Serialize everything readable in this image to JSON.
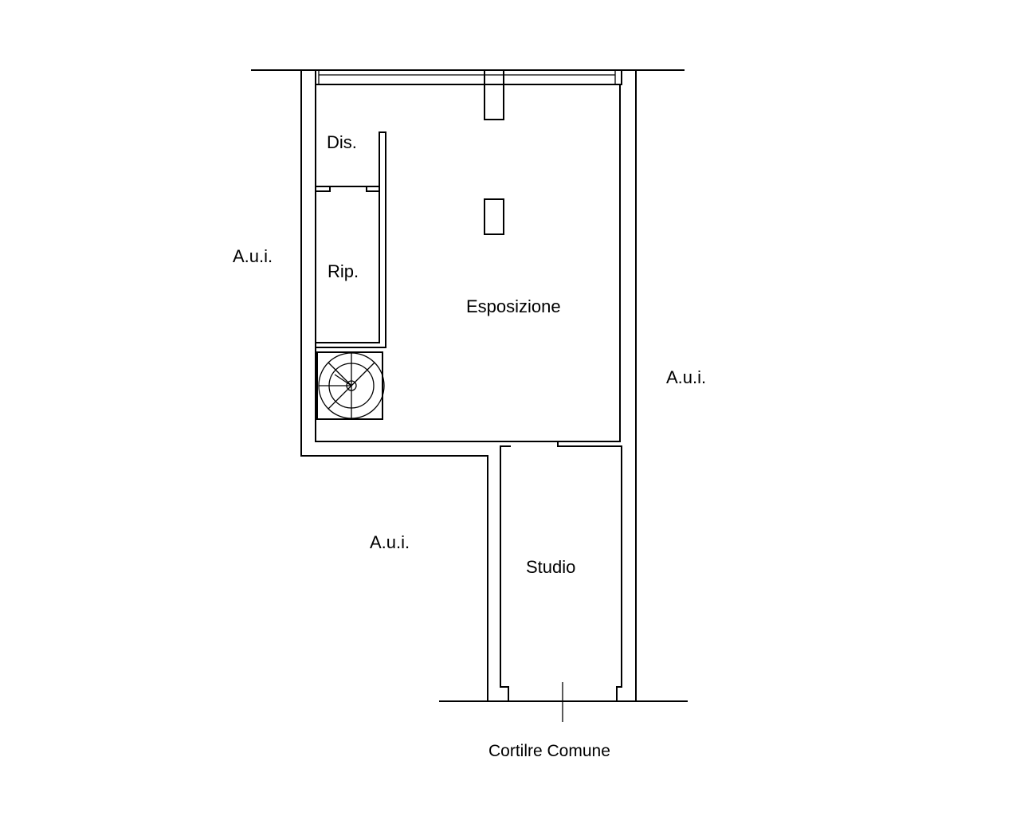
{
  "floorplan": {
    "rooms": {
      "disimpegno": "Dis.",
      "ripostiglio": "Rip.",
      "esposizione": "Esposizione",
      "studio": "Studio"
    },
    "neighbors": {
      "left_upper": "A.u.i.",
      "right": "A.u.i.",
      "left_lower": "A.u.i."
    },
    "courtyard": "Cortilre Comune"
  },
  "colors": {
    "line": "#000000",
    "background": "#ffffff"
  }
}
